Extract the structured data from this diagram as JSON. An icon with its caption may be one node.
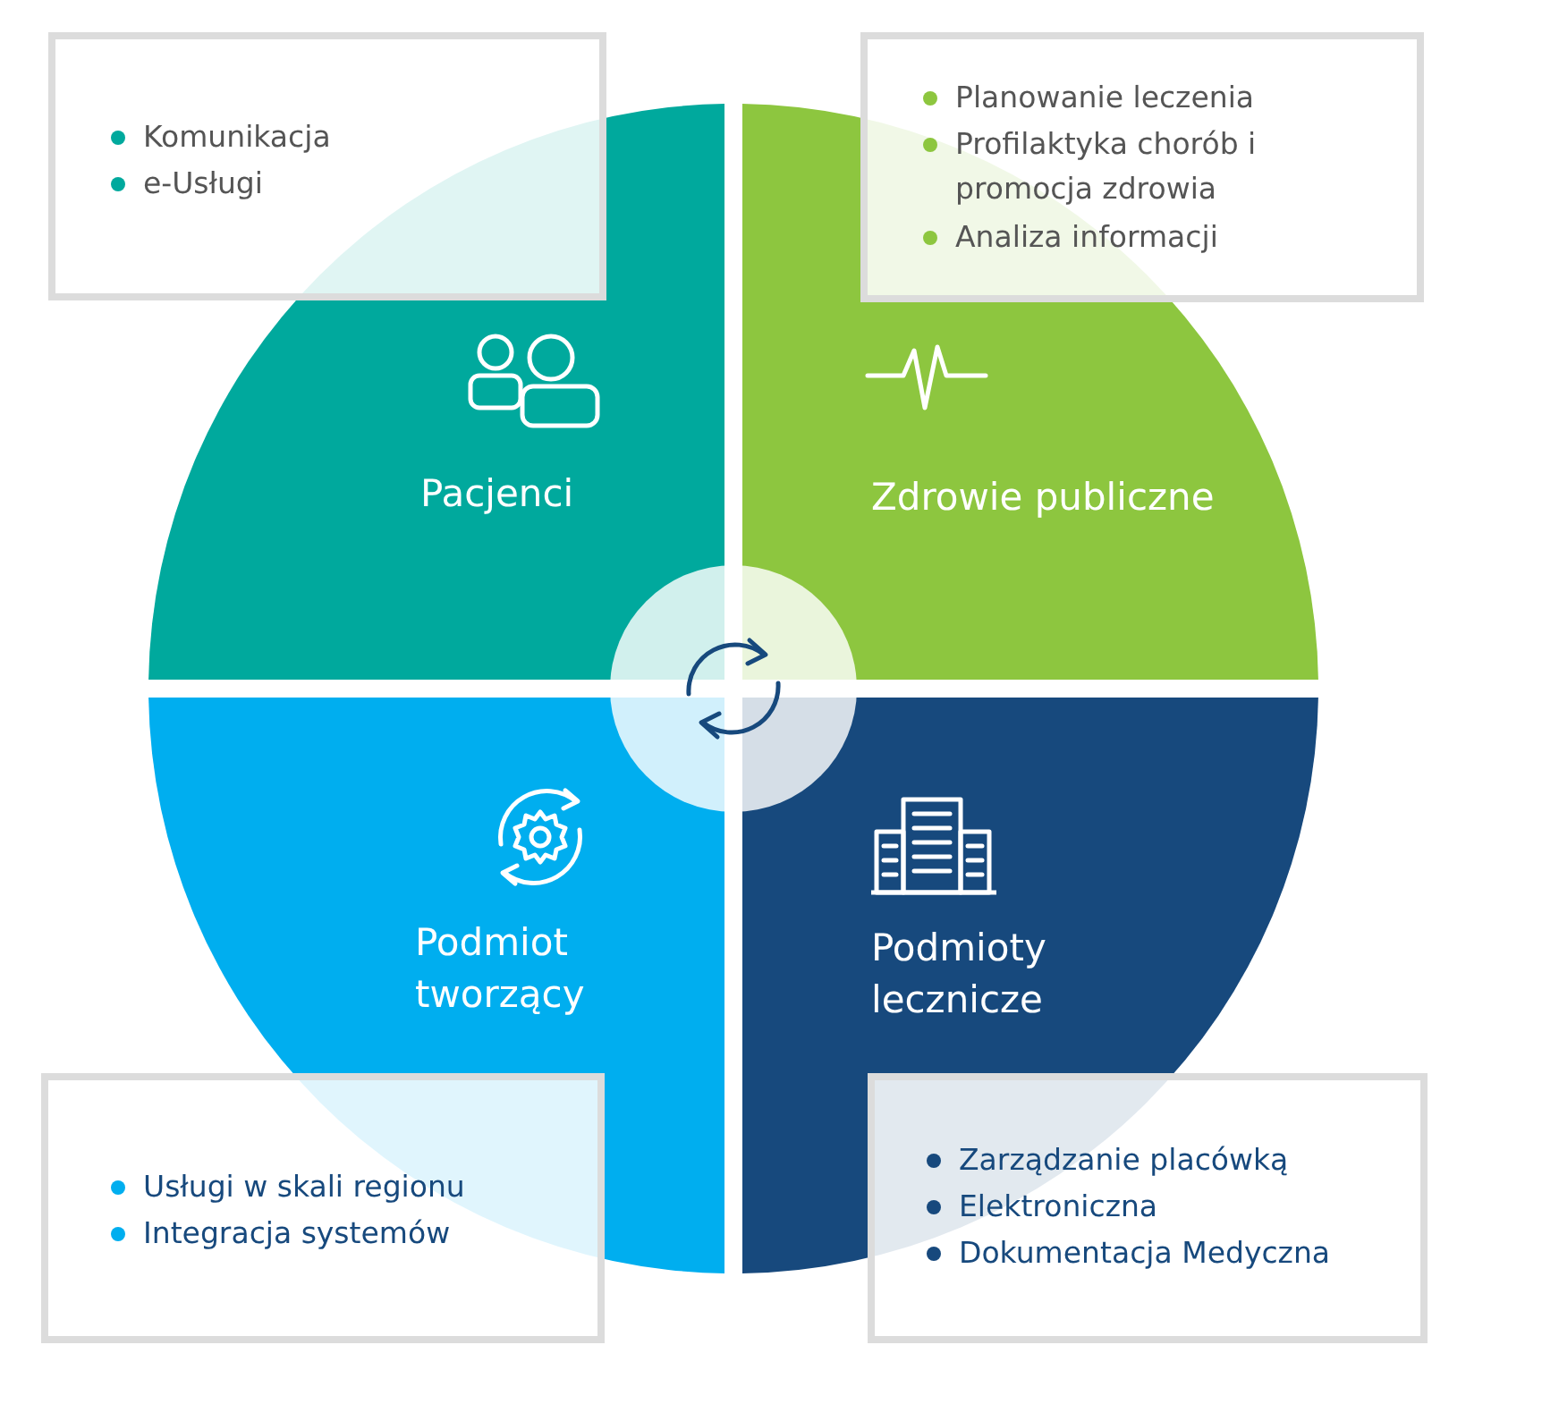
{
  "diagram": {
    "nodes": [
      {
        "text": [
          "Pacjenci"
        ]
      },
      {
        "text": [
          "Zdrowie publiczne"
        ]
      },
      {
        "text": [
          "Podmiot tworzący"
        ]
      },
      {
        "text": [
          "Podmioty lecznicze"
        ]
      },
      {
        "text": [
          "Komunikacja",
          "e-Usługi"
        ]
      },
      {
        "text": [
          "Planowanie leczenia",
          "Profilaktyka chorób i promocja zdrowia",
          "Analiza informacji"
        ]
      },
      {
        "text": [
          "Usługi w skali regionu",
          "Integracja systemów"
        ]
      },
      {
        "text": [
          "Zarządzanie placówką",
          "Elektroniczna",
          "Dokumentacja Medyczna"
        ]
      }
    ]
  }
}
